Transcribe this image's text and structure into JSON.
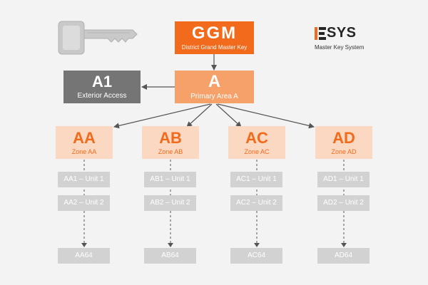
{
  "ggm": {
    "title": "GGM",
    "subtitle": "District Grand Master Key"
  },
  "primary": {
    "title": "A",
    "subtitle": "Primary Area A"
  },
  "exterior": {
    "title": "A1",
    "subtitle": "Exterior Access"
  },
  "zones": [
    {
      "title": "AA",
      "subtitle": "Zone AA",
      "units": [
        "AA1 – Unit 1",
        "AA2 – Unit 2"
      ],
      "last": "AA64"
    },
    {
      "title": "AB",
      "subtitle": "Zone AB",
      "units": [
        "AB1 – Unit 1",
        "AB2 – Unit 2"
      ],
      "last": "AB64"
    },
    {
      "title": "AC",
      "subtitle": "Zone AC",
      "units": [
        "AC1 – Unit 1",
        "AC2 – Unit 2"
      ],
      "last": "AC64"
    },
    {
      "title": "AD",
      "subtitle": "Zone AD",
      "units": [
        "AD1 – Unit 1",
        "AD2 – Unit 2"
      ],
      "last": "AD64"
    }
  ],
  "logo": {
    "brand": "SYS",
    "tagline": "Master Key System"
  },
  "colors": {
    "orange": "#f26a1b",
    "light_orange": "#f6a06a",
    "pale_orange": "#fbd8c2",
    "dark_gray": "#757575",
    "light_gray": "#d2d2d2",
    "background": "#f3f3f3"
  },
  "icons": {
    "key": "key-icon"
  }
}
